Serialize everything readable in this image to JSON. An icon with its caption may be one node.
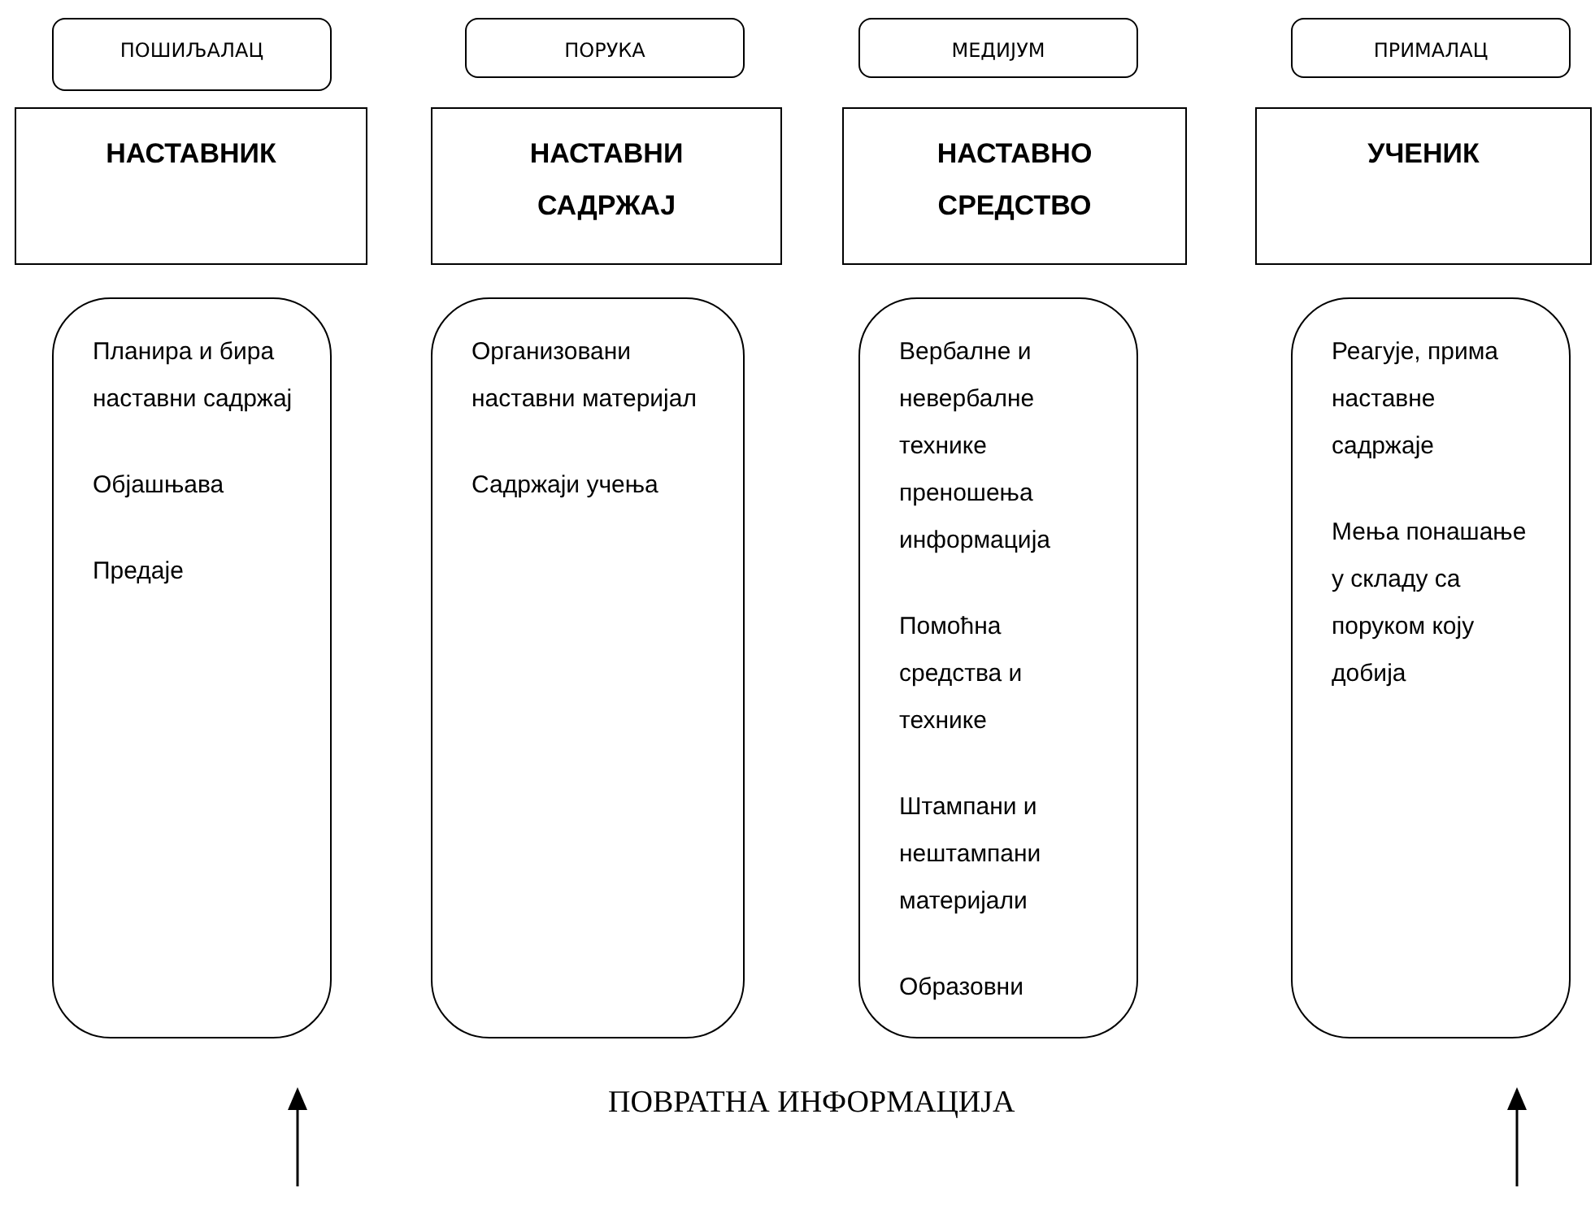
{
  "diagram": {
    "nodes": [
      {
        "text": [
          "ПОШИЉАЛАЦ"
        ]
      },
      {
        "text": [
          "ПОРУКА"
        ]
      },
      {
        "text": [
          "МЕДИЈУМ"
        ]
      },
      {
        "text": [
          "ПРИМАЛАЦ"
        ]
      },
      {
        "text": [
          "НАСТАВНИК"
        ]
      },
      {
        "text": [
          "НАСТАВНИ САДРЖАЈ"
        ]
      },
      {
        "text": [
          "НАСТАВНО СРЕДСТВО"
        ]
      },
      {
        "text": [
          "УЧЕНИК"
        ]
      },
      {
        "text": [
          "Планира и бира наставни садржај",
          "Објашњава",
          "Предаје"
        ]
      },
      {
        "text": [
          "Организовани наставни материјал",
          "Садржаји учења"
        ]
      },
      {
        "text": [
          "Вербалне и невербалне технике преношења информација",
          "Помоћна средства и технике",
          "Штампани и нештампани материјали",
          "Образовни"
        ]
      },
      {
        "text": [
          "Реагује, прима наставне садржаје",
          "Мења понашање у складу са поруком коју добија"
        ]
      }
    ],
    "labels": [
      "ПОВРАТНА ИНФОРМАЦИЈА"
    ]
  }
}
